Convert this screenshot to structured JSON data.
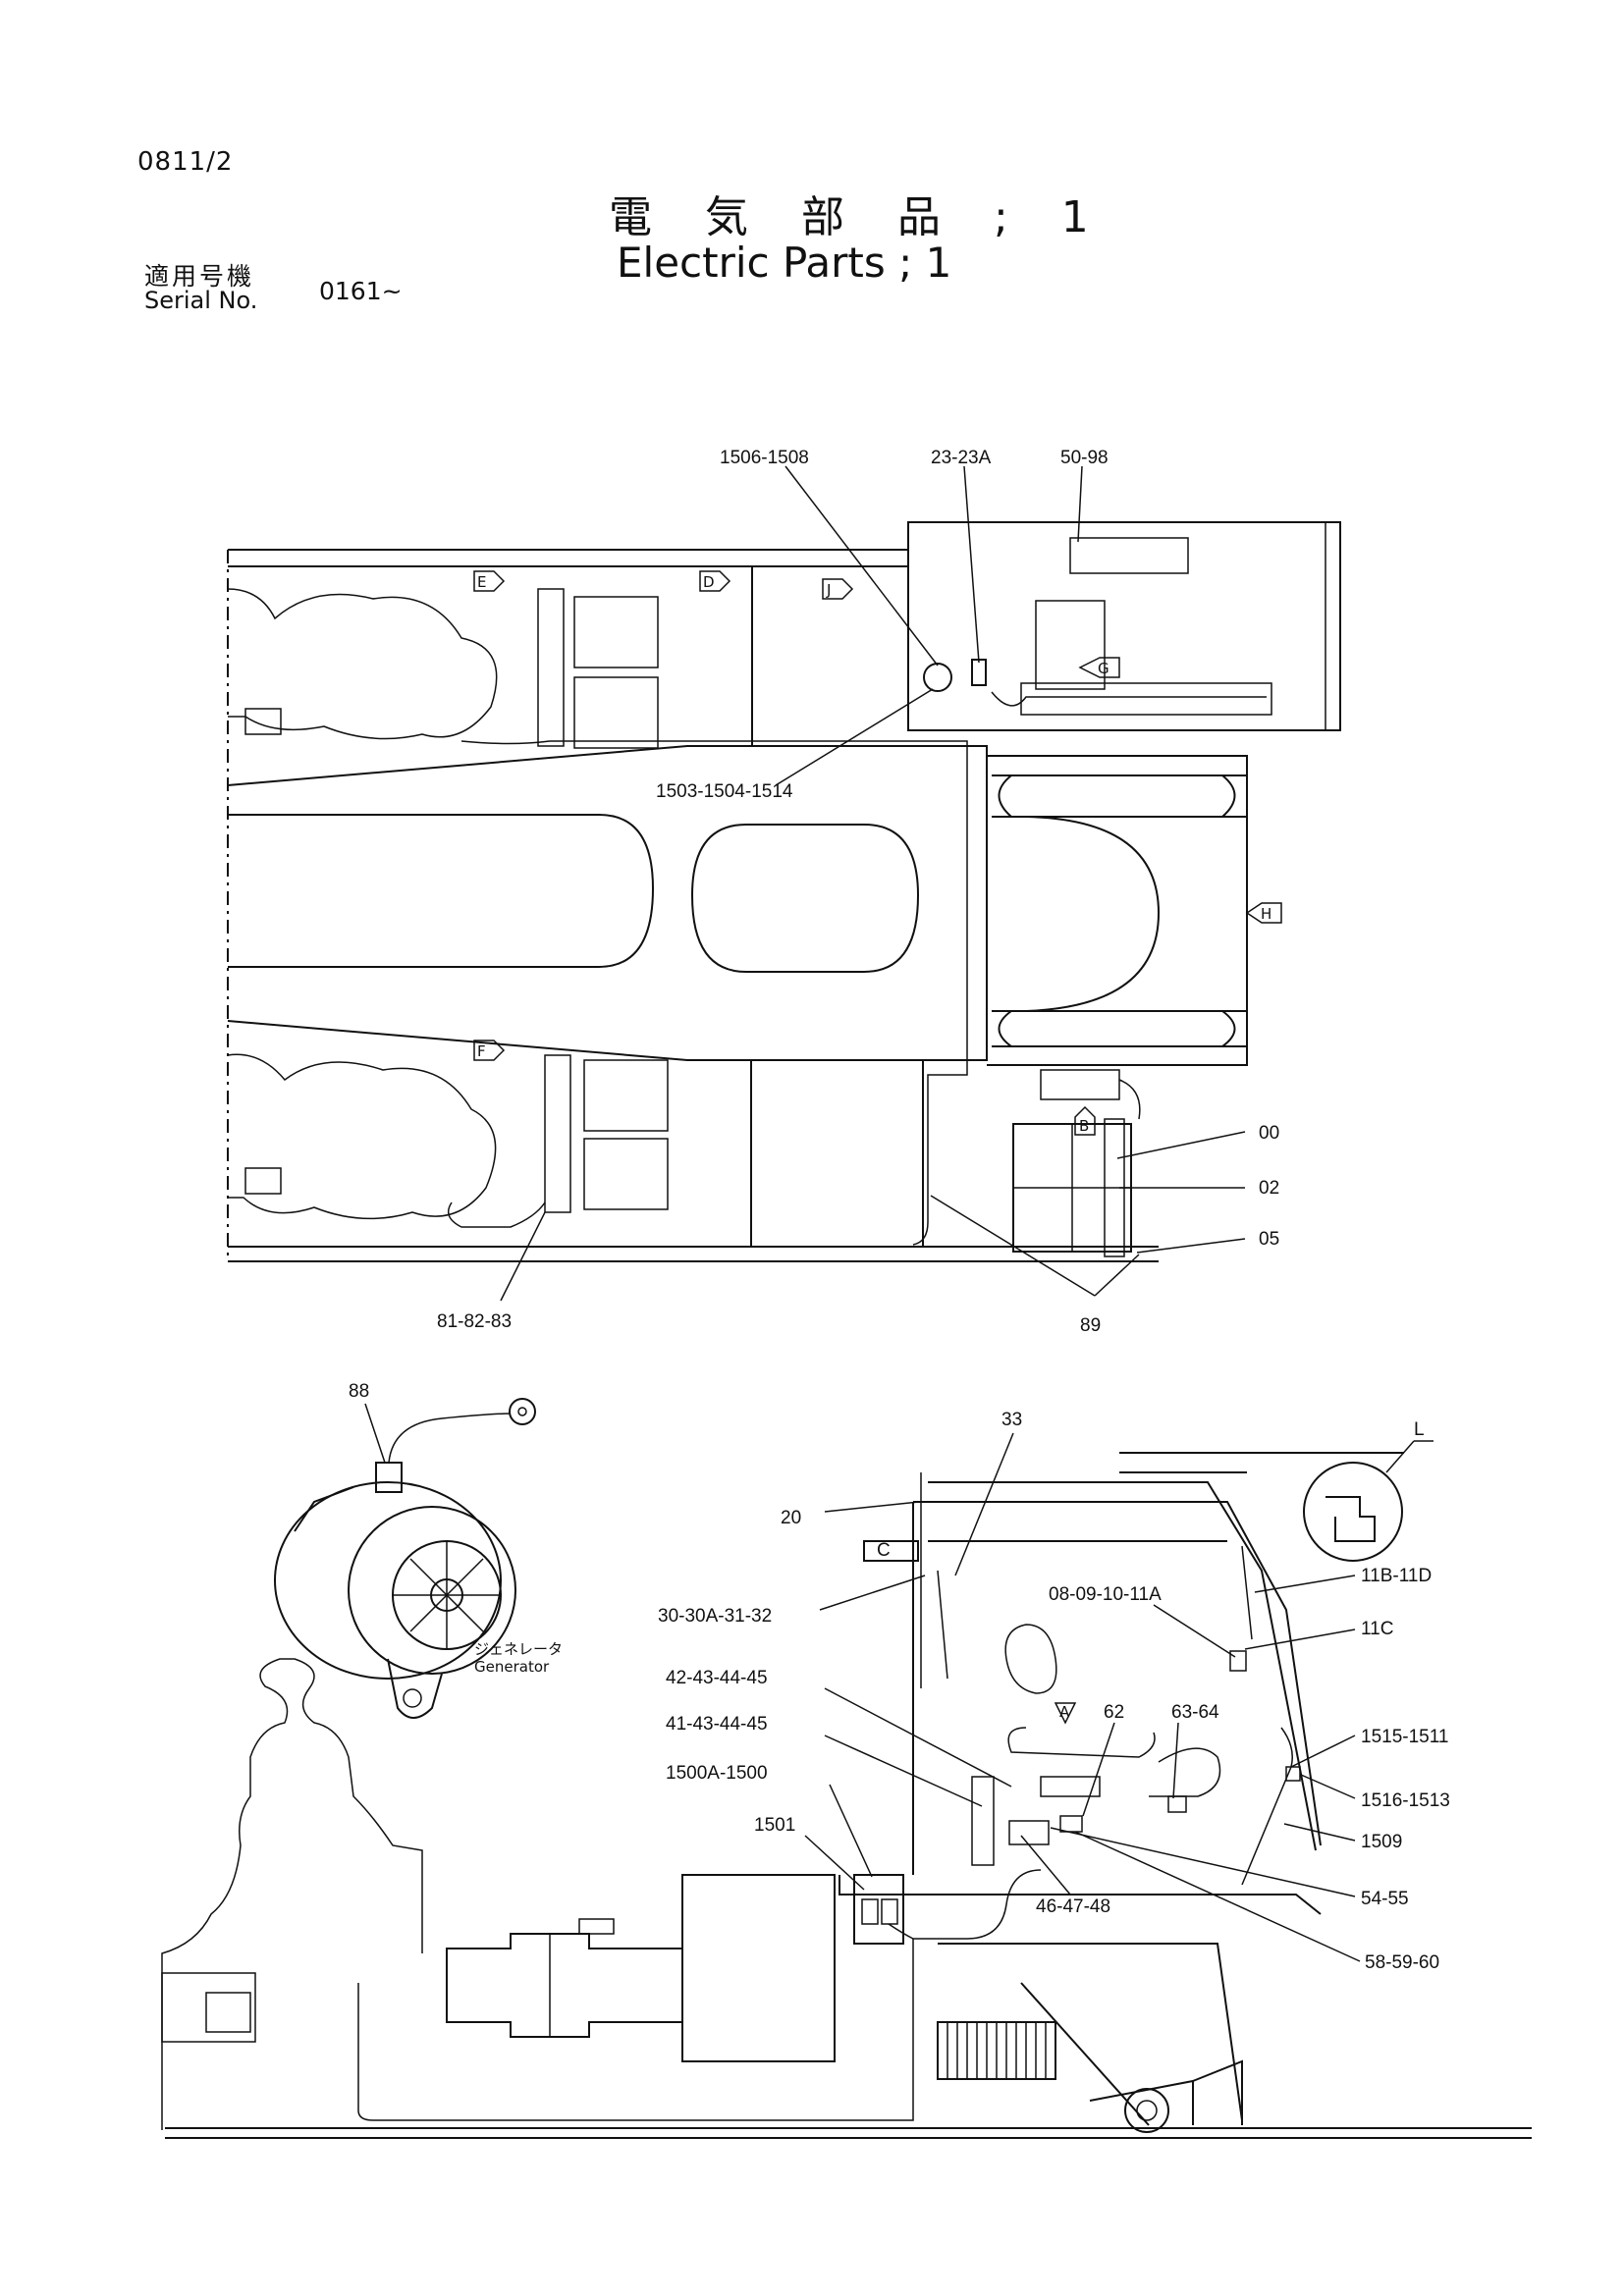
{
  "header": {
    "code": "0811/2",
    "title_jp": "電 気 部 品 ; 1",
    "title_en": "Electric Parts ; 1",
    "serial_label_jp": "適用号機",
    "serial_label_en": "Serial No.",
    "serial_value": "0161~"
  },
  "view_markers": [
    "E",
    "D",
    "J",
    "G",
    "H",
    "F",
    "B",
    "A",
    "C",
    "L"
  ],
  "top_callouts": [
    "1506-1508",
    "23-23A",
    "50-98",
    "1503-1504-1514",
    "00",
    "02",
    "05",
    "89",
    "81-82-83"
  ],
  "generator": {
    "callout": "88",
    "caption_jp": "ジェネレータ",
    "caption_en": "Generator"
  },
  "bottom_callouts": [
    "33",
    "20",
    "30-30A-31-32",
    "11B-11D",
    "08-09-10-11A",
    "11C",
    "42-43-44-45",
    "41-43-44-45",
    "62",
    "63-64",
    "1515-1511",
    "1516-1513",
    "1500A-1500",
    "1509",
    "1501",
    "46-47-48",
    "54-55",
    "58-59-60"
  ]
}
